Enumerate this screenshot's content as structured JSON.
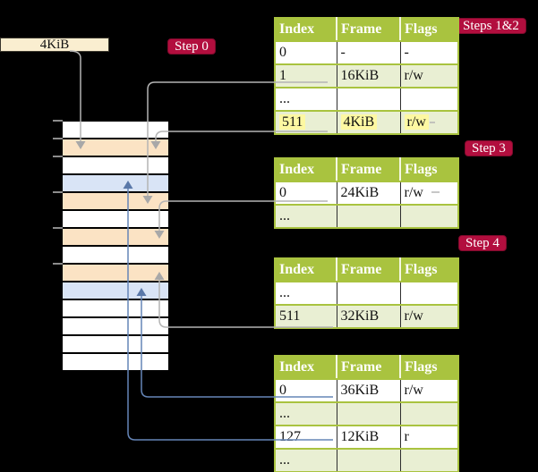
{
  "colors": {
    "background": "#000000",
    "badge_red": "#b20e3e",
    "table_header_green": "#a9c33f",
    "table_row_green": "#e9efd3",
    "highlight_yellow": "#fdf8a2",
    "frame_box_cream": "#faeed0",
    "stack_peach": "#fbe3c4",
    "stack_blue": "#d9e4f6",
    "arrow_gray": "#b4b4b4",
    "arrow_blue": "#6585b7"
  },
  "frame_box": {
    "label": "4KiB"
  },
  "badges": {
    "step0": "Step 0",
    "steps12": "Steps 1&2",
    "step3": "Step 3",
    "step4": "Step 4"
  },
  "memory_stack": {
    "rows": [
      "white",
      "peach",
      "white",
      "blue",
      "peach",
      "white",
      "peach",
      "white",
      "peach",
      "blue",
      "white",
      "white",
      "white",
      "white"
    ]
  },
  "page_tables": [
    {
      "id": "table-steps-1-2",
      "headers": [
        "Index",
        "Frame",
        "Flags"
      ],
      "rows": [
        {
          "cells": [
            "0",
            "-",
            "-"
          ],
          "shade": "white",
          "highlight": false
        },
        {
          "cells": [
            "1",
            "16KiB",
            "r/w"
          ],
          "shade": "green",
          "highlight": false
        },
        {
          "cells": [
            "...",
            "",
            ""
          ],
          "shade": "white",
          "highlight": false
        },
        {
          "cells": [
            "511",
            "4KiB",
            "r/w"
          ],
          "shade": "green",
          "highlight": true
        }
      ]
    },
    {
      "id": "table-step-3",
      "headers": [
        "Index",
        "Frame",
        "Flags"
      ],
      "rows": [
        {
          "cells": [
            "0",
            "24KiB",
            "r/w"
          ],
          "shade": "white",
          "highlight": false
        },
        {
          "cells": [
            "...",
            "",
            ""
          ],
          "shade": "green",
          "highlight": false
        }
      ]
    },
    {
      "id": "table-step-4",
      "headers": [
        "Index",
        "Frame",
        "Flags"
      ],
      "rows": [
        {
          "cells": [
            "...",
            "",
            ""
          ],
          "shade": "white",
          "highlight": false
        },
        {
          "cells": [
            "511",
            "32KiB",
            "r/w"
          ],
          "shade": "green",
          "highlight": false
        }
      ]
    },
    {
      "id": "table-final",
      "headers": [
        "Index",
        "Frame",
        "Flags"
      ],
      "rows": [
        {
          "cells": [
            "0",
            "36KiB",
            "r/w"
          ],
          "shade": "white",
          "highlight": false
        },
        {
          "cells": [
            "...",
            "",
            ""
          ],
          "shade": "green",
          "highlight": false
        },
        {
          "cells": [
            "127",
            "12KiB",
            "r"
          ],
          "shade": "white",
          "highlight": false
        },
        {
          "cells": [
            "...",
            "",
            ""
          ],
          "shade": "green",
          "highlight": false
        }
      ]
    }
  ],
  "connections": [
    {
      "from": "4KiB box",
      "to": "stack frame 4KiB",
      "color": "gray"
    },
    {
      "from": "table-steps-1-2 row 1",
      "to": "stack frame 16KiB",
      "color": "gray"
    },
    {
      "from": "table-steps-1-2 row 511",
      "to": "stack frame 4KiB",
      "color": "gray"
    },
    {
      "from": "table-step-3 row 0",
      "to": "stack frame 24KiB",
      "color": "gray"
    },
    {
      "from": "table-step-4 row 511",
      "to": "stack frame 32KiB",
      "color": "gray"
    },
    {
      "from": "table-final row 0",
      "to": "stack frame 36KiB",
      "color": "blue"
    },
    {
      "from": "table-final row 127",
      "to": "stack frame 12KiB",
      "color": "blue"
    }
  ]
}
